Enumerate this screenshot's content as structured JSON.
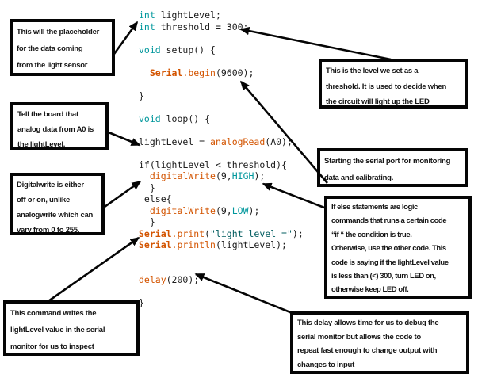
{
  "colors": {
    "keyword": "#00979c",
    "function": "#d35400",
    "string": "#005c5f",
    "code_text": "#1c1c1c",
    "box_border": "#050505",
    "background": "#ffffff"
  },
  "callouts": {
    "placeholder": {
      "lines": [
        "This will the placeholder",
        "for the  data coming",
        "from the light sensor"
      ]
    },
    "analog_a0": {
      "lines": [
        "Tell the board that",
        "analog data from A0 is",
        "the lightLevel."
      ]
    },
    "digitalwrite": {
      "lines": [
        "Digitalwrite is either",
        "off or on, unlike",
        "analogwrite which can",
        "vary from 0 to 255."
      ]
    },
    "serial_monitor": {
      "lines": [
        "This command writes the",
        "lightLevel value in the serial",
        "monitor for us to inspect"
      ]
    },
    "threshold": {
      "lines": [
        "This is the level we set as a",
        "threshold. It is used to decide when",
        "the circuit will light up the LED"
      ]
    },
    "serial_port": {
      "lines": [
        "Starting the serial port for monitoring",
        "data and calibrating."
      ]
    },
    "if_else": {
      "lines": [
        "If else statements are logic",
        "commands that runs a certain code",
        "“if “ the condition is true.",
        "Otherwise, use the other code. This",
        "code is saying if the lightLevel value",
        "is less than (<) 300, turn LED on,",
        "otherwise keep LED off."
      ]
    },
    "delay": {
      "lines": [
        "This delay allows time for us to debug the",
        "serial monitor but allows the code to",
        "repeat fast enough to change output with",
        "changes to input"
      ]
    }
  },
  "code": {
    "lines": [
      [
        {
          "t": "int",
          "c": "kw"
        },
        {
          "t": " lightLevel;",
          "c": "pl"
        }
      ],
      [
        {
          "t": "int",
          "c": "kw"
        },
        {
          "t": " threshold = 300;",
          "c": "pl"
        }
      ],
      [],
      [
        {
          "t": "void",
          "c": "kw"
        },
        {
          "t": " setup() {",
          "c": "pl"
        }
      ],
      [],
      [
        {
          "t": "  ",
          "c": "pl"
        },
        {
          "t": "Serial",
          "c": "cls"
        },
        {
          "t": ".begin",
          "c": "fn"
        },
        {
          "t": "(9600);",
          "c": "pl"
        }
      ],
      [],
      [
        {
          "t": "}",
          "c": "pl"
        }
      ],
      [],
      [
        {
          "t": "void",
          "c": "kw"
        },
        {
          "t": " loop() {",
          "c": "pl"
        }
      ],
      [],
      [
        {
          "t": "lightLevel = ",
          "c": "pl"
        },
        {
          "t": "analogRead",
          "c": "fn"
        },
        {
          "t": "(A0);",
          "c": "pl"
        }
      ],
      [],
      [
        {
          "t": "if(lightLevel < threshold){",
          "c": "pl"
        }
      ],
      [
        {
          "t": "  ",
          "c": "pl"
        },
        {
          "t": "digitalWrite",
          "c": "fn"
        },
        {
          "t": "(9,",
          "c": "pl"
        },
        {
          "t": "HIGH",
          "c": "kw"
        },
        {
          "t": ");",
          "c": "pl"
        }
      ],
      [
        {
          "t": "  }",
          "c": "pl"
        }
      ],
      [
        {
          "t": " else{",
          "c": "pl"
        }
      ],
      [
        {
          "t": "  ",
          "c": "pl"
        },
        {
          "t": "digitalWrite",
          "c": "fn"
        },
        {
          "t": "(9,",
          "c": "pl"
        },
        {
          "t": "LOW",
          "c": "kw"
        },
        {
          "t": ");",
          "c": "pl"
        }
      ],
      [
        {
          "t": "  }",
          "c": "pl"
        }
      ],
      [
        {
          "t": "Serial",
          "c": "cls"
        },
        {
          "t": ".print",
          "c": "fn"
        },
        {
          "t": "(",
          "c": "pl"
        },
        {
          "t": "\"light level =\"",
          "c": "str"
        },
        {
          "t": ");",
          "c": "pl"
        }
      ],
      [
        {
          "t": "Serial",
          "c": "cls"
        },
        {
          "t": ".println",
          "c": "fn"
        },
        {
          "t": "(lightLevel);",
          "c": "pl"
        }
      ],
      [],
      [],
      [
        {
          "t": "delay",
          "c": "fn"
        },
        {
          "t": "(200);",
          "c": "pl"
        }
      ],
      [],
      [
        {
          "t": "}",
          "c": "pl"
        }
      ]
    ]
  }
}
